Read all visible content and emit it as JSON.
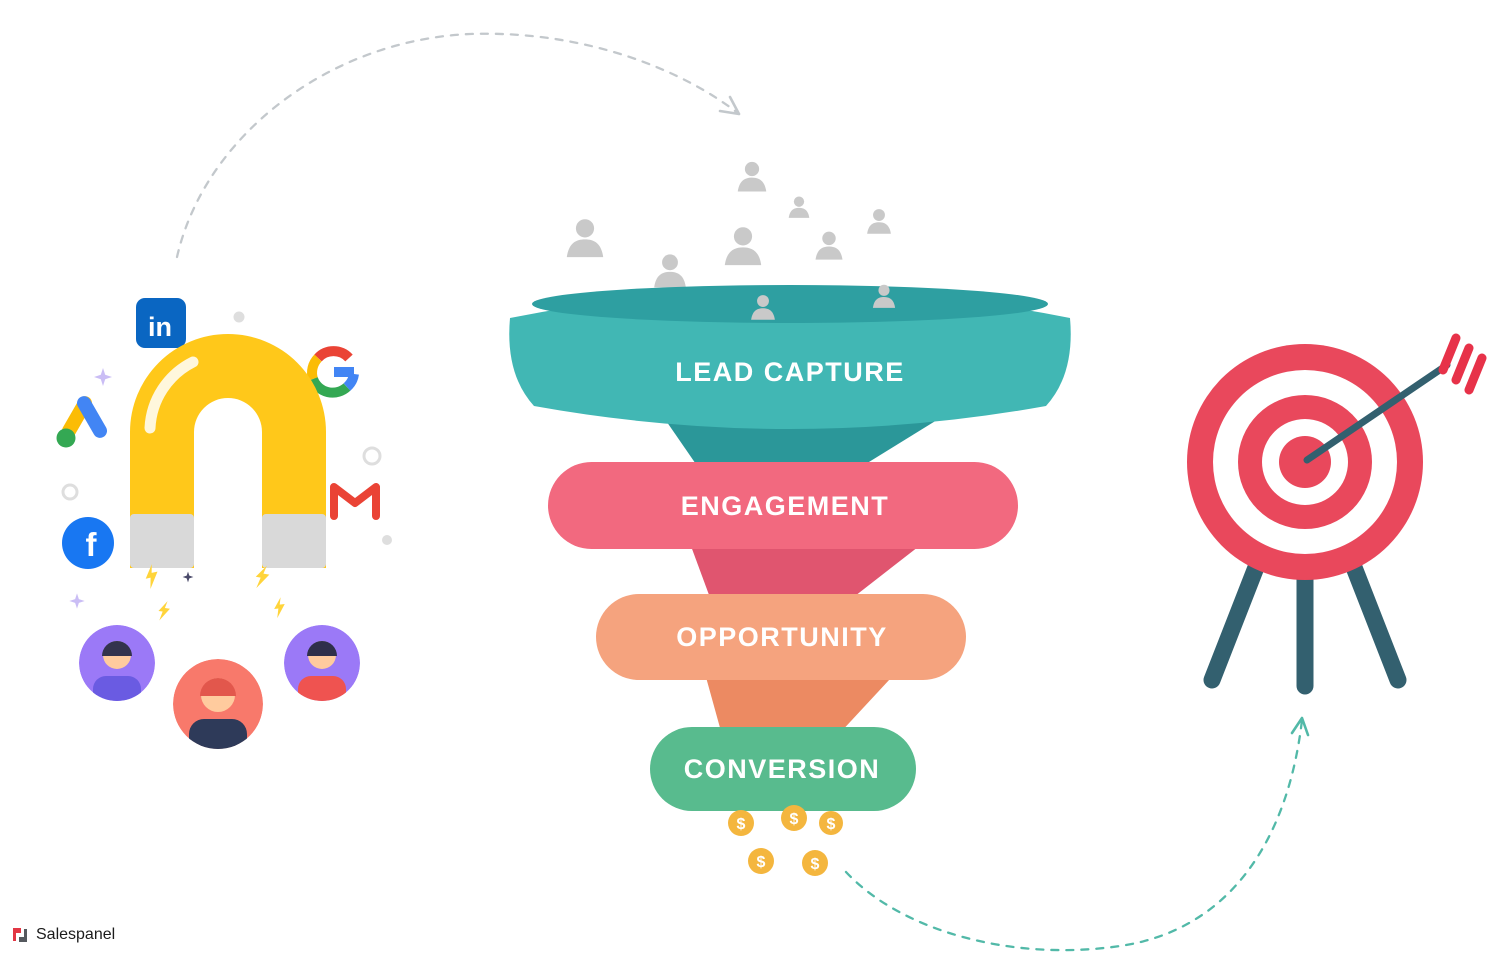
{
  "title": "Lead generation funnel illustration",
  "logo": {
    "text": "Salespanel",
    "icon_red": "#e23744",
    "icon_gray": "#55595e"
  },
  "arrows": {
    "top": {
      "color": "#c3c8cc"
    },
    "bottom": {
      "color": "#52b9a8"
    }
  },
  "magnet": {
    "body_color": "#ffc81a",
    "tip_color": "#d9d9d9",
    "bolt_color": "#ffd43a",
    "sparkle_light": "#cabdf5",
    "sparkle_dark": "#4a4a6a",
    "dot_color": "#dedede"
  },
  "brand_icons": {
    "linkedin": {
      "label": "in",
      "bg": "#0a66c2"
    },
    "google": {
      "red": "#ea4335",
      "yellow": "#fbbc05",
      "green": "#34a853",
      "blue": "#4285f4"
    },
    "google_ads": {
      "yellow": "#fbbc05",
      "blue": "#4285f4",
      "green": "#34a853"
    },
    "gmail": {
      "color": "#ea4335"
    },
    "facebook": {
      "label": "f",
      "bg": "#1877f2"
    }
  },
  "avatars": [
    {
      "bg": "#9b79f7",
      "hair": "#33334d",
      "shirt": "#6a5be2",
      "skin": "#ffcb9e"
    },
    {
      "bg": "#f8796b",
      "hair": "#e2574c",
      "shirt": "#2e3a59",
      "skin": "#ffcb9e"
    },
    {
      "bg": "#9b79f7",
      "hair": "#2f2f4a",
      "shirt": "#ef5350",
      "skin": "#ffcb9e"
    }
  ],
  "funnel": {
    "stages": [
      {
        "label": "LEAD CAPTURE",
        "color": "#41b7b4",
        "fold_color": "#2b9799",
        "mouth_color": "#2e9fa1"
      },
      {
        "label": "ENGAGEMENT",
        "color": "#f2697f",
        "fold_color": "#e0556f"
      },
      {
        "label": "OPPORTUNITY",
        "color": "#f5a37e",
        "fold_color": "#ec8a62"
      },
      {
        "label": "CONVERSION",
        "color": "#58bb8e"
      }
    ],
    "label_color": "#ffffff",
    "user_icon_color": "#c9c9c9",
    "coin": {
      "symbol": "$",
      "color": "#f4b63e",
      "text_color": "#ffffff"
    }
  },
  "target": {
    "ring_color": "#e9485c",
    "ring_alt_color": "#ffffff",
    "leg_color": "#33606f",
    "arrow_shaft_color": "#33606f",
    "fletching_color": "#e73249"
  }
}
